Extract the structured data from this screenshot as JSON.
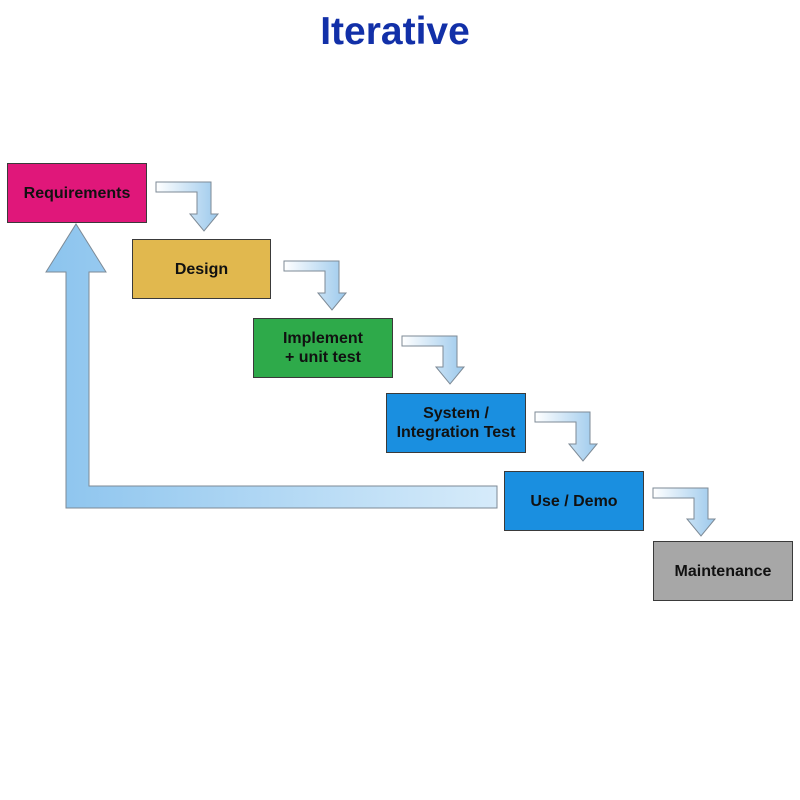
{
  "title": "Iterative",
  "stages": [
    {
      "id": "requirements",
      "label": "Requirements",
      "color": "#e0177a"
    },
    {
      "id": "design",
      "label": "Design",
      "color": "#e1b84e"
    },
    {
      "id": "implement",
      "label": "Implement\n+ unit test",
      "color": "#2eaa4a"
    },
    {
      "id": "system",
      "label": "System /\nIntegration Test",
      "color": "#1a8fe0"
    },
    {
      "id": "use",
      "label": "Use / Demo",
      "color": "#1a8fe0"
    },
    {
      "id": "maintenance",
      "label": "Maintenance",
      "color": "#a7a7a7"
    }
  ],
  "colors": {
    "title": "#1230a8",
    "arrow_fill": "#a9d3f2",
    "arrow_stroke": "#7d8a96",
    "feedback_fill": "#9fcdf1"
  }
}
